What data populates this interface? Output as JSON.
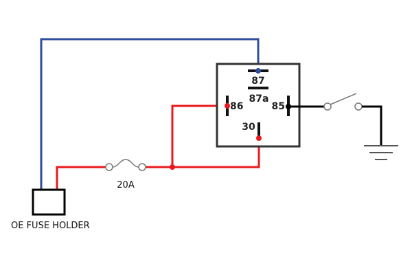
{
  "colors": {
    "positive_wire": "#e8191e",
    "switched_wire": "#2f4d9e",
    "ground_wire": "#000000",
    "relay_body": "#333333",
    "background": "#ffffff"
  },
  "relay": {
    "pin_87": "87",
    "pin_87a": "87a",
    "pin_86": "86",
    "pin_85": "85",
    "pin_30": "30"
  },
  "fuse": {
    "rating": "20A"
  },
  "fuse_holder": {
    "label": "OE FUSE HOLDER"
  },
  "components": {
    "switch": "switch-icon",
    "ground": "ground-icon",
    "fuse": "fuse-icon"
  }
}
